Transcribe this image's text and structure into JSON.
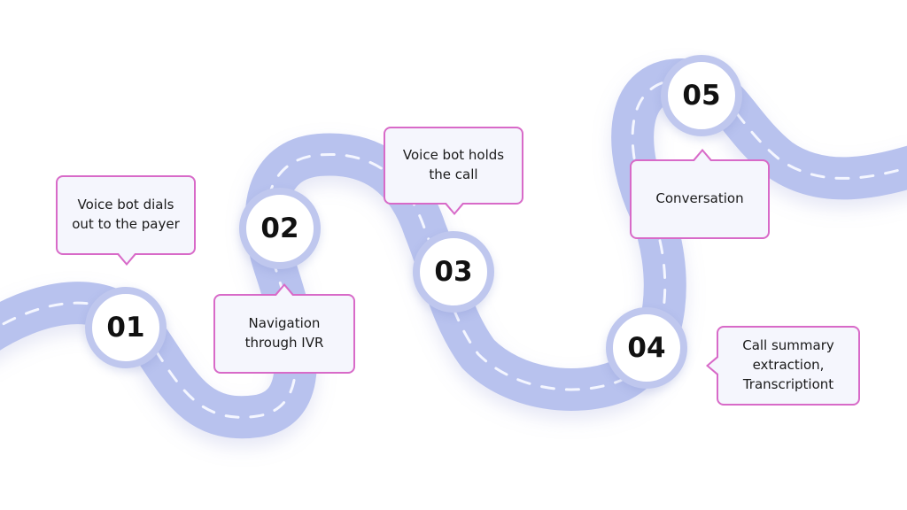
{
  "steps": [
    {
      "number": "01",
      "label": "Voice bot dials\nout to the payer"
    },
    {
      "number": "02",
      "label": "Navigation\nthrough IVR"
    },
    {
      "number": "03",
      "label": "Voice bot holds\nthe call"
    },
    {
      "number": "04",
      "label": "Call summary\nextraction,\nTranscriptiont"
    },
    {
      "number": "05",
      "label": "Conversation"
    }
  ],
  "colors": {
    "road": "#b8c2ee",
    "road_dash": "#f4f6ff",
    "marker_ring": "#bfc7ee",
    "callout_border": "#d86ac8",
    "callout_fill": "#f5f6fd"
  }
}
